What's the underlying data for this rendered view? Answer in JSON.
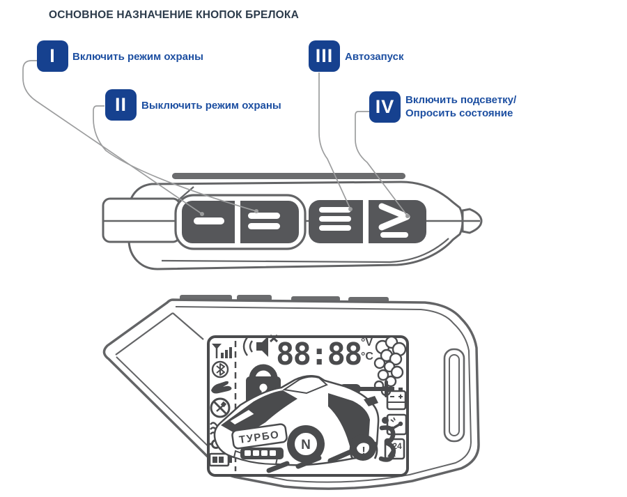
{
  "title": "ОСНОВНОЕ НАЗНАЧЕНИЕ КНОПОК БРЕЛОКА",
  "colors": {
    "badge_blue": "#16418f",
    "label_blue": "#1d4fa1",
    "title_navy": "#2b3a4a",
    "device_gray": "#636466",
    "button_gray": "#56575a",
    "lcd_ink": "#4a4b4d",
    "leader_gray": "#9c9d9e"
  },
  "legend": {
    "items": [
      {
        "numeral": "I",
        "label": "Включить режим охраны"
      },
      {
        "numeral": "II",
        "label": "Выключить режим охраны"
      },
      {
        "numeral": "III",
        "label": "Автозапуск"
      },
      {
        "numeral": "IV",
        "label": "Включить подсветку/",
        "label2": "Опросить состояние"
      }
    ]
  },
  "remote_top_view": {
    "buttons": [
      {
        "id": "button-1",
        "glyph": "one-bar"
      },
      {
        "id": "button-2",
        "glyph": "two-bars"
      },
      {
        "id": "button-3",
        "glyph": "three-bars"
      },
      {
        "id": "button-4",
        "glyph": "chevron-over-bar"
      }
    ]
  },
  "remote_front_view": {
    "lcd": {
      "clock": "88:88",
      "degree_v": "°V",
      "degree_c": "°C",
      "turbo_label": "ТУРБО",
      "gear_indicator": "N",
      "service_24": "24",
      "warning_mark": "!",
      "left_icons": [
        "signal-strength",
        "bluetooth",
        "valet-hand",
        "service-disabled",
        "engine-heater",
        "ignition-key",
        "battery-level"
      ],
      "center_icons": [
        "mute-speaker",
        "lock-closed",
        "hammer-impact",
        "screwdriver",
        "exhaust-smoke",
        "car",
        "tow-hook",
        "road-dashes",
        "auto-badge"
      ],
      "right_icons": [
        "car-battery",
        "call-notification",
        "service-24h",
        "brake-warning"
      ]
    }
  }
}
